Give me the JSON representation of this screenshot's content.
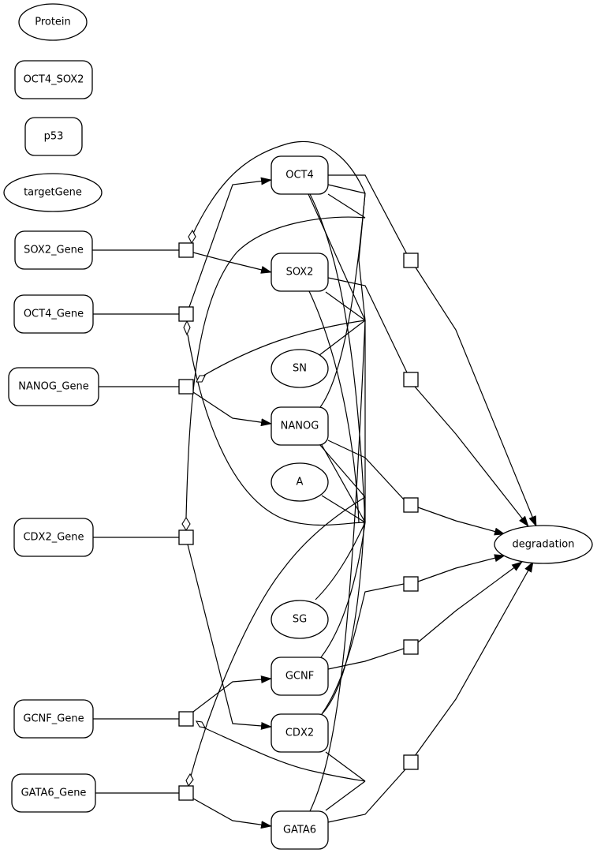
{
  "diagram": {
    "nodes": {
      "protein": {
        "label": "Protein",
        "shape": "ellipse"
      },
      "oct4_sox2": {
        "label": "OCT4_SOX2",
        "shape": "rounded-rect"
      },
      "p53": {
        "label": "p53",
        "shape": "rounded-rect"
      },
      "targetGene": {
        "label": "targetGene",
        "shape": "ellipse"
      },
      "sox2_gene": {
        "label": "SOX2_Gene",
        "shape": "rounded-rect"
      },
      "oct4_gene": {
        "label": "OCT4_Gene",
        "shape": "rounded-rect"
      },
      "nanog_gene": {
        "label": "NANOG_Gene",
        "shape": "rounded-rect"
      },
      "cdx2_gene": {
        "label": "CDX2_Gene",
        "shape": "rounded-rect"
      },
      "gcnf_gene": {
        "label": "GCNF_Gene",
        "shape": "rounded-rect"
      },
      "gata6_gene": {
        "label": "GATA6_Gene",
        "shape": "rounded-rect"
      },
      "oct4": {
        "label": "OCT4",
        "shape": "rounded-rect"
      },
      "sox2": {
        "label": "SOX2",
        "shape": "rounded-rect"
      },
      "sn": {
        "label": "SN",
        "shape": "ellipse"
      },
      "nanog": {
        "label": "NANOG",
        "shape": "rounded-rect"
      },
      "a": {
        "label": "A",
        "shape": "ellipse"
      },
      "sg": {
        "label": "SG",
        "shape": "ellipse"
      },
      "gcnf": {
        "label": "GCNF",
        "shape": "rounded-rect"
      },
      "cdx2": {
        "label": "CDX2",
        "shape": "rounded-rect"
      },
      "gata6": {
        "label": "GATA6",
        "shape": "rounded-rect"
      },
      "degradation": {
        "label": "degradation",
        "shape": "ellipse"
      }
    }
  }
}
